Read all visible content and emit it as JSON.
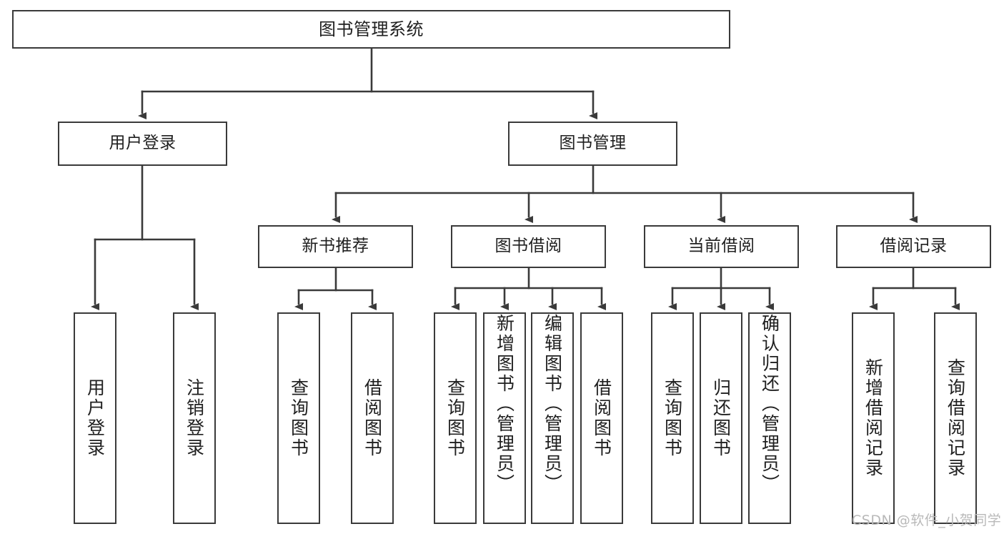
{
  "diagram": {
    "title": "图书管理系统",
    "type": "function-structure-tree",
    "watermark": "CSDN @软件_小贺同学",
    "colors": {
      "box_border": "#3a3a3a",
      "box_fill": "#ffffff",
      "edge": "#3a3a3a",
      "text": "#202020",
      "watermark": "#b9b9b9",
      "canvas": "#ffffff"
    },
    "nodes": {
      "root": {
        "label": "图书管理系统"
      },
      "level2": [
        {
          "id": "user-login",
          "label": "用户登录"
        },
        {
          "id": "book-manage",
          "label": "图书管理"
        }
      ],
      "level3": [
        {
          "id": "new-book-rec",
          "label": "新书推荐"
        },
        {
          "id": "book-borrow",
          "label": "图书借阅"
        },
        {
          "id": "current-borrow",
          "label": "当前借阅"
        },
        {
          "id": "borrow-record",
          "label": "借阅记录"
        }
      ],
      "leaves": {
        "user-login": [
          {
            "id": "leaf-user-login",
            "label": "用户登录"
          },
          {
            "id": "leaf-user-logout",
            "label": "注销登录"
          }
        ],
        "new-book-rec": [
          {
            "id": "leaf-query-book-1",
            "label": "查询图书"
          },
          {
            "id": "leaf-borrow-book-1",
            "label": "借阅图书"
          }
        ],
        "book-borrow": [
          {
            "id": "leaf-query-book-2",
            "label": "查询图书"
          },
          {
            "id": "leaf-add-book",
            "label": "新增图书（管理员）"
          },
          {
            "id": "leaf-edit-book",
            "label": "编辑图书（管理员）"
          },
          {
            "id": "leaf-borrow-book-2",
            "label": "借阅图书"
          }
        ],
        "current-borrow": [
          {
            "id": "leaf-query-book-3",
            "label": "查询图书"
          },
          {
            "id": "leaf-return-book",
            "label": "归还图书"
          },
          {
            "id": "leaf-confirm-return",
            "label": "确认归还（管理员）"
          }
        ],
        "borrow-record": [
          {
            "id": "leaf-add-record",
            "label": "新增借阅记录"
          },
          {
            "id": "leaf-query-record",
            "label": "查询借阅记录"
          }
        ]
      }
    }
  }
}
